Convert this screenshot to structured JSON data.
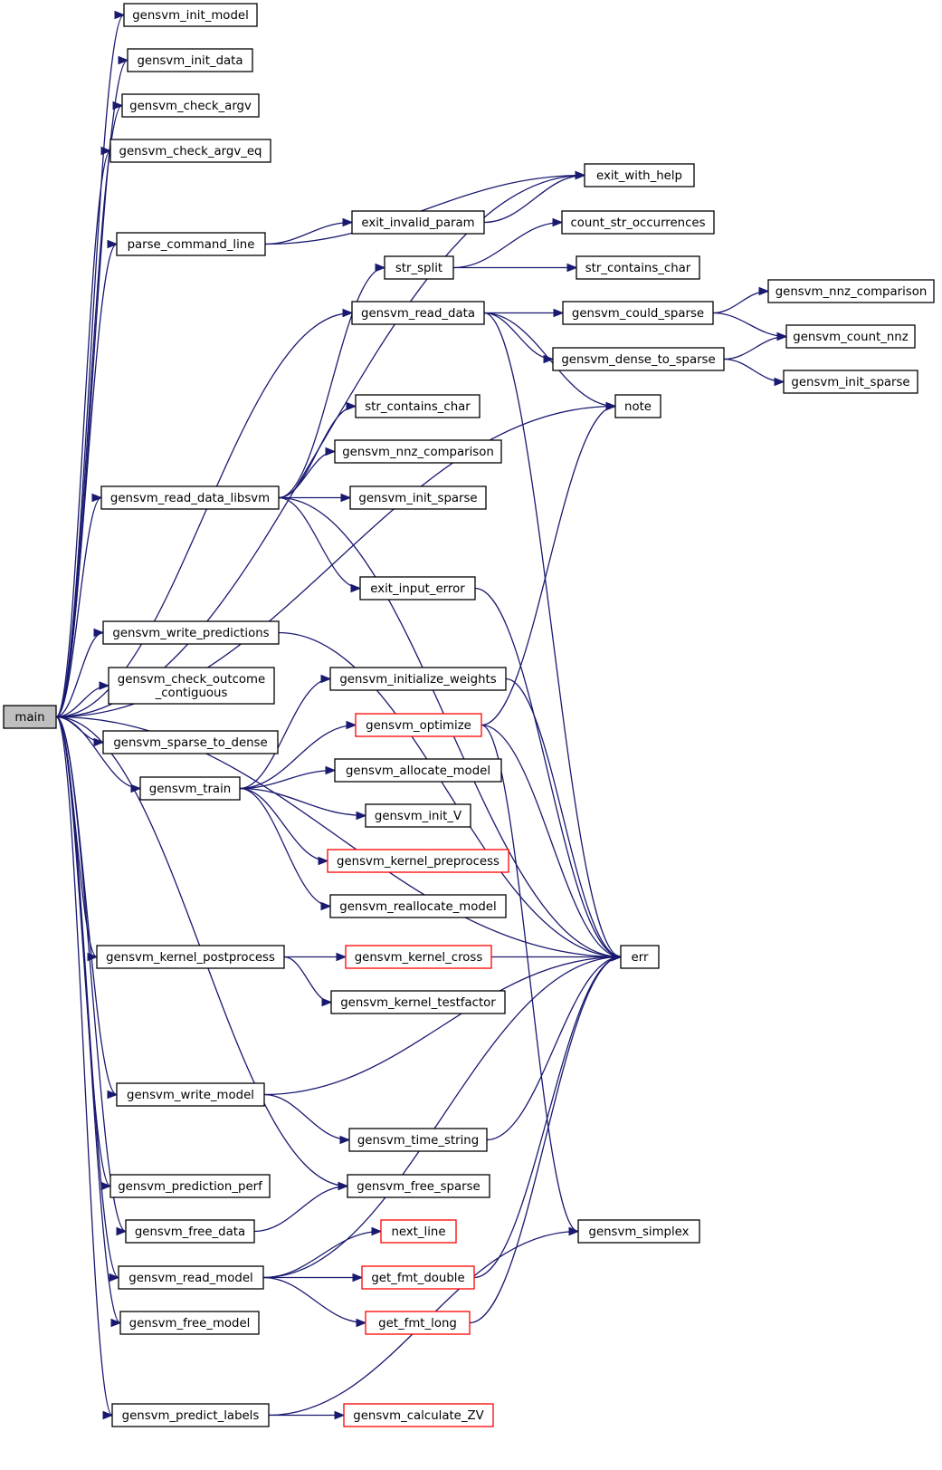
{
  "colors": {
    "edge": "#191970",
    "node_border": "#000000",
    "node_border_highlight": "#ff0000",
    "root_fill": "#bfbfbf",
    "background": "#ffffff"
  },
  "nodes": {
    "main": {
      "label": [
        "main"
      ],
      "root": true
    },
    "init_model": {
      "label": [
        "gensvm_init_model"
      ]
    },
    "init_data": {
      "label": [
        "gensvm_init_data"
      ]
    },
    "check_argv": {
      "label": [
        "gensvm_check_argv"
      ]
    },
    "check_argv_eq": {
      "label": [
        "gensvm_check_argv_eq"
      ]
    },
    "parse_command_line": {
      "label": [
        "parse_command_line"
      ]
    },
    "exit_with_help": {
      "label": [
        "exit_with_help"
      ]
    },
    "exit_invalid_param": {
      "label": [
        "exit_invalid_param"
      ]
    },
    "count_str_occurrences": {
      "label": [
        "count_str_occurrences"
      ]
    },
    "str_split": {
      "label": [
        "str_split"
      ]
    },
    "str_contains_char_1": {
      "label": [
        "str_contains_char"
      ]
    },
    "read_data": {
      "label": [
        "gensvm_read_data"
      ]
    },
    "could_sparse": {
      "label": [
        "gensvm_could_sparse"
      ]
    },
    "nnz_comparison_1": {
      "label": [
        "gensvm_nnz_comparison"
      ]
    },
    "count_nnz": {
      "label": [
        "gensvm_count_nnz"
      ]
    },
    "dense_to_sparse": {
      "label": [
        "gensvm_dense_to_sparse"
      ]
    },
    "init_sparse_1": {
      "label": [
        "gensvm_init_sparse"
      ]
    },
    "note": {
      "label": [
        "note"
      ]
    },
    "str_contains_char_2": {
      "label": [
        "str_contains_char"
      ]
    },
    "nnz_comparison_2": {
      "label": [
        "gensvm_nnz_comparison"
      ]
    },
    "read_data_libsvm": {
      "label": [
        "gensvm_read_data_libsvm"
      ]
    },
    "init_sparse_2": {
      "label": [
        "gensvm_init_sparse"
      ]
    },
    "exit_input_error": {
      "label": [
        "exit_input_error"
      ]
    },
    "write_predictions": {
      "label": [
        "gensvm_write_predictions"
      ]
    },
    "check_outcome_contiguous": {
      "label": [
        "gensvm_check_outcome",
        "_contiguous"
      ]
    },
    "initialize_weights": {
      "label": [
        "gensvm_initialize_weights"
      ]
    },
    "optimize": {
      "label": [
        "gensvm_optimize"
      ],
      "highlight": true
    },
    "sparse_to_dense": {
      "label": [
        "gensvm_sparse_to_dense"
      ]
    },
    "train": {
      "label": [
        "gensvm_train"
      ]
    },
    "allocate_model": {
      "label": [
        "gensvm_allocate_model"
      ]
    },
    "init_V": {
      "label": [
        "gensvm_init_V"
      ]
    },
    "kernel_preprocess": {
      "label": [
        "gensvm_kernel_preprocess"
      ],
      "highlight": true
    },
    "reallocate_model": {
      "label": [
        "gensvm_reallocate_model"
      ]
    },
    "kernel_postprocess": {
      "label": [
        "gensvm_kernel_postprocess"
      ]
    },
    "kernel_cross": {
      "label": [
        "gensvm_kernel_cross"
      ],
      "highlight": true
    },
    "err": {
      "label": [
        "err"
      ]
    },
    "kernel_testfactor": {
      "label": [
        "gensvm_kernel_testfactor"
      ]
    },
    "write_model": {
      "label": [
        "gensvm_write_model"
      ]
    },
    "time_string": {
      "label": [
        "gensvm_time_string"
      ]
    },
    "prediction_perf": {
      "label": [
        "gensvm_prediction_perf"
      ]
    },
    "free_sparse": {
      "label": [
        "gensvm_free_sparse"
      ]
    },
    "free_data": {
      "label": [
        "gensvm_free_data"
      ]
    },
    "next_line": {
      "label": [
        "next_line"
      ],
      "highlight": true
    },
    "simplex": {
      "label": [
        "gensvm_simplex"
      ]
    },
    "read_model": {
      "label": [
        "gensvm_read_model"
      ]
    },
    "get_fmt_double": {
      "label": [
        "get_fmt_double"
      ],
      "highlight": true
    },
    "get_fmt_long": {
      "label": [
        "get_fmt_long"
      ],
      "highlight": true
    },
    "free_model": {
      "label": [
        "gensvm_free_model"
      ]
    },
    "predict_labels": {
      "label": [
        "gensvm_predict_labels"
      ]
    },
    "calculate_ZV": {
      "label": [
        "gensvm_calculate_ZV"
      ],
      "highlight": true
    }
  },
  "edges": [
    [
      "main",
      "init_model"
    ],
    [
      "main",
      "init_data"
    ],
    [
      "main",
      "check_argv"
    ],
    [
      "main",
      "check_argv_eq"
    ],
    [
      "main",
      "exit_with_help"
    ],
    [
      "main",
      "parse_command_line"
    ],
    [
      "main",
      "read_data"
    ],
    [
      "main",
      "note"
    ],
    [
      "main",
      "read_data_libsvm"
    ],
    [
      "main",
      "write_predictions"
    ],
    [
      "main",
      "check_outcome_contiguous"
    ],
    [
      "main",
      "sparse_to_dense"
    ],
    [
      "main",
      "train"
    ],
    [
      "main",
      "kernel_postprocess"
    ],
    [
      "main",
      "err"
    ],
    [
      "main",
      "write_model"
    ],
    [
      "main",
      "free_sparse"
    ],
    [
      "main",
      "prediction_perf"
    ],
    [
      "main",
      "free_data"
    ],
    [
      "main",
      "read_model"
    ],
    [
      "main",
      "free_model"
    ],
    [
      "main",
      "predict_labels"
    ],
    [
      "parse_command_line",
      "exit_with_help"
    ],
    [
      "parse_command_line",
      "exit_invalid_param"
    ],
    [
      "exit_invalid_param",
      "exit_with_help"
    ],
    [
      "str_split",
      "count_str_occurrences"
    ],
    [
      "str_split",
      "str_contains_char_1"
    ],
    [
      "read_data",
      "could_sparse"
    ],
    [
      "read_data",
      "dense_to_sparse"
    ],
    [
      "read_data",
      "note"
    ],
    [
      "read_data",
      "err"
    ],
    [
      "could_sparse",
      "nnz_comparison_1"
    ],
    [
      "could_sparse",
      "count_nnz"
    ],
    [
      "dense_to_sparse",
      "count_nnz"
    ],
    [
      "dense_to_sparse",
      "init_sparse_1"
    ],
    [
      "read_data_libsvm",
      "str_split"
    ],
    [
      "read_data_libsvm",
      "str_contains_char_2"
    ],
    [
      "read_data_libsvm",
      "nnz_comparison_2"
    ],
    [
      "read_data_libsvm",
      "init_sparse_2"
    ],
    [
      "read_data_libsvm",
      "exit_input_error"
    ],
    [
      "read_data_libsvm",
      "err"
    ],
    [
      "exit_input_error",
      "err"
    ],
    [
      "write_predictions",
      "err"
    ],
    [
      "train",
      "initialize_weights"
    ],
    [
      "train",
      "optimize"
    ],
    [
      "train",
      "allocate_model"
    ],
    [
      "train",
      "init_V"
    ],
    [
      "train",
      "kernel_preprocess"
    ],
    [
      "train",
      "reallocate_model"
    ],
    [
      "initialize_weights",
      "err"
    ],
    [
      "optimize",
      "note"
    ],
    [
      "optimize",
      "err"
    ],
    [
      "optimize",
      "simplex"
    ],
    [
      "kernel_postprocess",
      "kernel_cross"
    ],
    [
      "kernel_postprocess",
      "kernel_testfactor"
    ],
    [
      "kernel_cross",
      "err"
    ],
    [
      "write_model",
      "err"
    ],
    [
      "write_model",
      "time_string"
    ],
    [
      "time_string",
      "err"
    ],
    [
      "free_data",
      "free_sparse"
    ],
    [
      "read_model",
      "next_line"
    ],
    [
      "read_model",
      "get_fmt_double"
    ],
    [
      "read_model",
      "get_fmt_long"
    ],
    [
      "read_model",
      "err"
    ],
    [
      "get_fmt_double",
      "err"
    ],
    [
      "get_fmt_long",
      "err"
    ],
    [
      "predict_labels",
      "calculate_ZV"
    ],
    [
      "predict_labels",
      "simplex"
    ]
  ]
}
